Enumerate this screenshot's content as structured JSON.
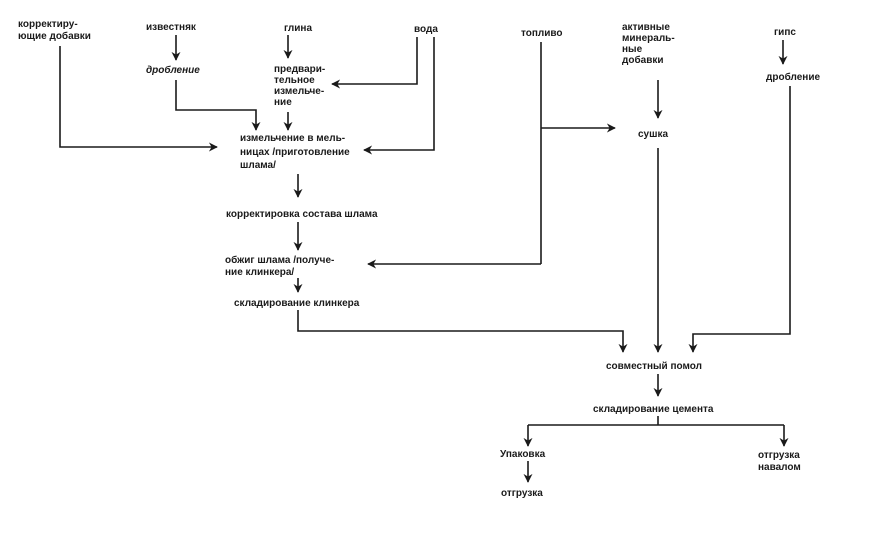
{
  "nodes": {
    "corrective_additives": [
      "корректиру-",
      "ющие добавки"
    ],
    "limestone": "известняк",
    "limestone_crushing": "дробление",
    "clay": "глина",
    "clay_pregrinding": [
      "предвари-",
      "тельное",
      "измельче-",
      "ние"
    ],
    "water": "вода",
    "fuel": "топливо",
    "active_mineral_additives": [
      "активные",
      "минераль-",
      "ные",
      "добавки"
    ],
    "gypsum": "гипс",
    "gypsum_crushing": "дробление",
    "drying": "сушка",
    "mill_grinding": [
      "измельчение в мель-",
      "ницах /приготовление",
      "шлама/"
    ],
    "slurry_correction": "корректировка состава шлама",
    "slurry_firing": [
      "обжиг шлама /получе-",
      "ние клинкера/"
    ],
    "clinker_storage": "складирование клинкера",
    "joint_grinding": "совместный помол",
    "cement_storage": "складирование цемента",
    "packing": "Упаковка",
    "shipment": "отгрузка",
    "bulk_shipment": [
      "отгрузка",
      "навалом"
    ]
  },
  "colors": {
    "ink": "#1a1a1a",
    "background": "#ffffff"
  }
}
